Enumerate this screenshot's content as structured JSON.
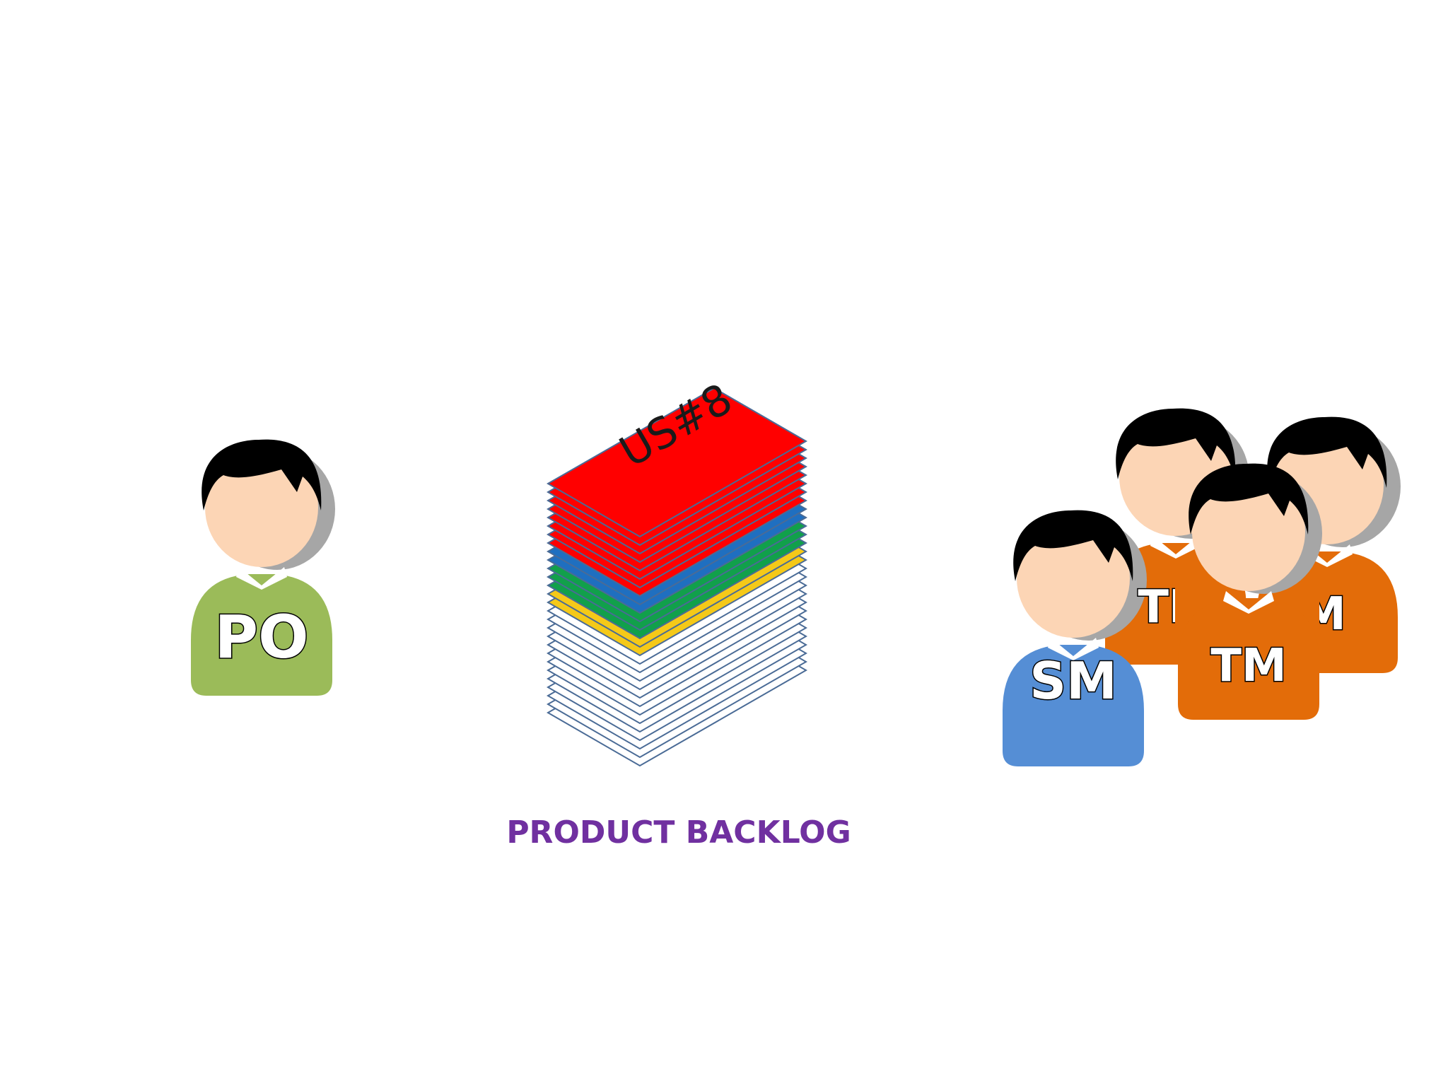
{
  "po": {
    "label": "PO"
  },
  "sm": {
    "label": "SM"
  },
  "tm_back_left": {
    "label": "TM"
  },
  "tm_back_right": {
    "label": "TM"
  },
  "tm_front": {
    "label": "TM"
  },
  "backlog": {
    "top_card_label": "US#8",
    "title": "PRODUCT BACKLOG",
    "layers_bottom_to_top": [
      "white",
      "white",
      "white",
      "white",
      "white",
      "white",
      "white",
      "white",
      "white",
      "white",
      "white",
      "white",
      "white",
      "yellow",
      "yellow",
      "green",
      "green",
      "green",
      "blue",
      "blue",
      "red",
      "red",
      "red",
      "red",
      "red",
      "red",
      "red",
      "red"
    ]
  },
  "colors": {
    "po_body": "#9bbb59",
    "sm_body": "#558ed5",
    "tm_body": "#e36c09",
    "face": "#fcd5b5",
    "hair": "#000000",
    "shadow": "#a6a6a6",
    "red": "#ff0000",
    "blue": "#1f6fc0",
    "green": "#11a04b",
    "yellow": "#f5c918",
    "white": "#ffffff",
    "card_stroke": "#4a6b96",
    "title": "#7030a0"
  }
}
